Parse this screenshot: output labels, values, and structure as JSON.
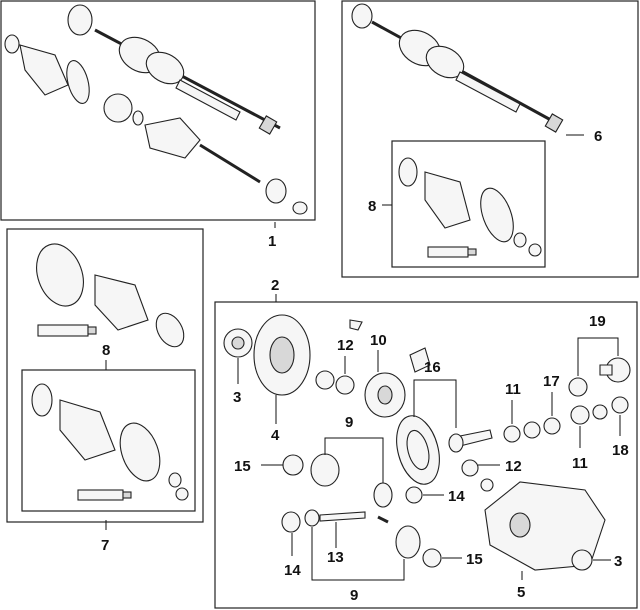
{
  "callouts": {
    "c1": "1",
    "c2": "2",
    "c3a": "3",
    "c3b": "3",
    "c4": "4",
    "c5": "5",
    "c6": "6",
    "c7": "7",
    "c8a": "8",
    "c8b": "8",
    "c9a": "9",
    "c9b": "9",
    "c10": "10",
    "c11a": "11",
    "c11b": "11",
    "c12a": "12",
    "c12b": "12",
    "c13": "13",
    "c14a": "14",
    "c14b": "14",
    "c15a": "15",
    "c15b": "15",
    "c16": "16",
    "c17": "17",
    "c18": "18",
    "c19": "19"
  },
  "colors": {
    "line": "#222222",
    "fill": "#f6f6f6",
    "background": "#ffffff"
  }
}
